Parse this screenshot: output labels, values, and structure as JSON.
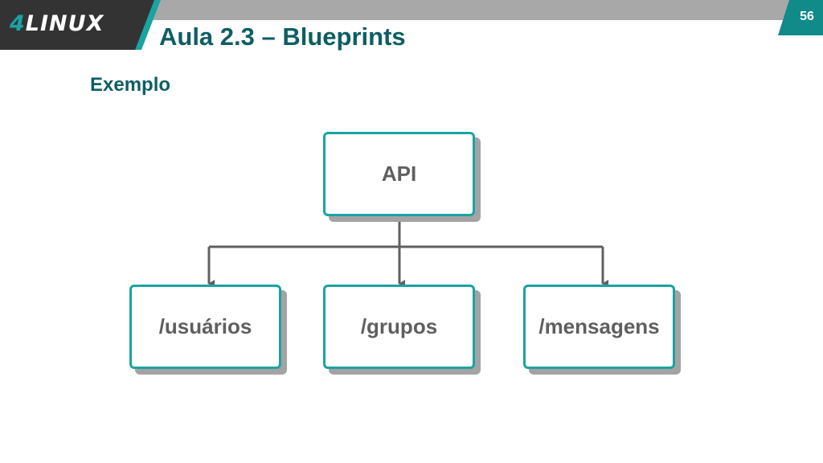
{
  "colors": {
    "accent": "#1aa3a3",
    "title": "#0e5e63",
    "logo_bg": "#333333",
    "top_bar": "#a8a8a8",
    "node_text": "#5f5f5f",
    "connector": "#606060"
  },
  "logo": {
    "number": "4",
    "word": "LINUX"
  },
  "page_number": "56",
  "title": "Aula 2.3 – Blueprints",
  "subtitle": "Exemplo",
  "diagram": {
    "root": "API",
    "children": [
      "/usuários",
      "/grupos",
      "/mensagens"
    ]
  }
}
